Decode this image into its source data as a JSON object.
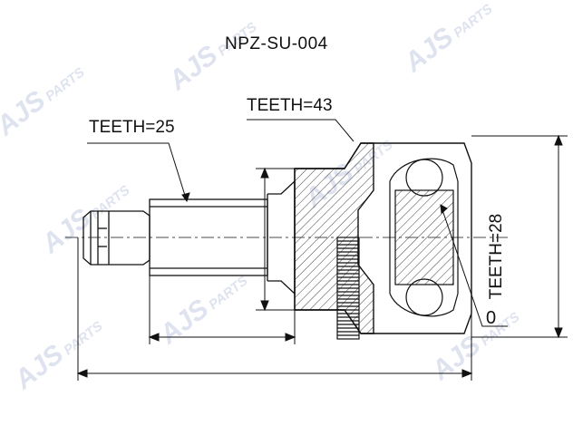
{
  "part_number": "NPZ-SU-004",
  "labels": {
    "outer_teeth": "TEETH=25",
    "abs_ring_teeth": "TEETH=43",
    "inner_teeth": "TEETH=28",
    "zero_mark": "0"
  },
  "watermark": {
    "brand": "AJS",
    "suffix": "PARTS",
    "color": "#c4cde3"
  },
  "colors": {
    "line": "#111111",
    "hatch": "#444444",
    "background": "#ffffff"
  }
}
